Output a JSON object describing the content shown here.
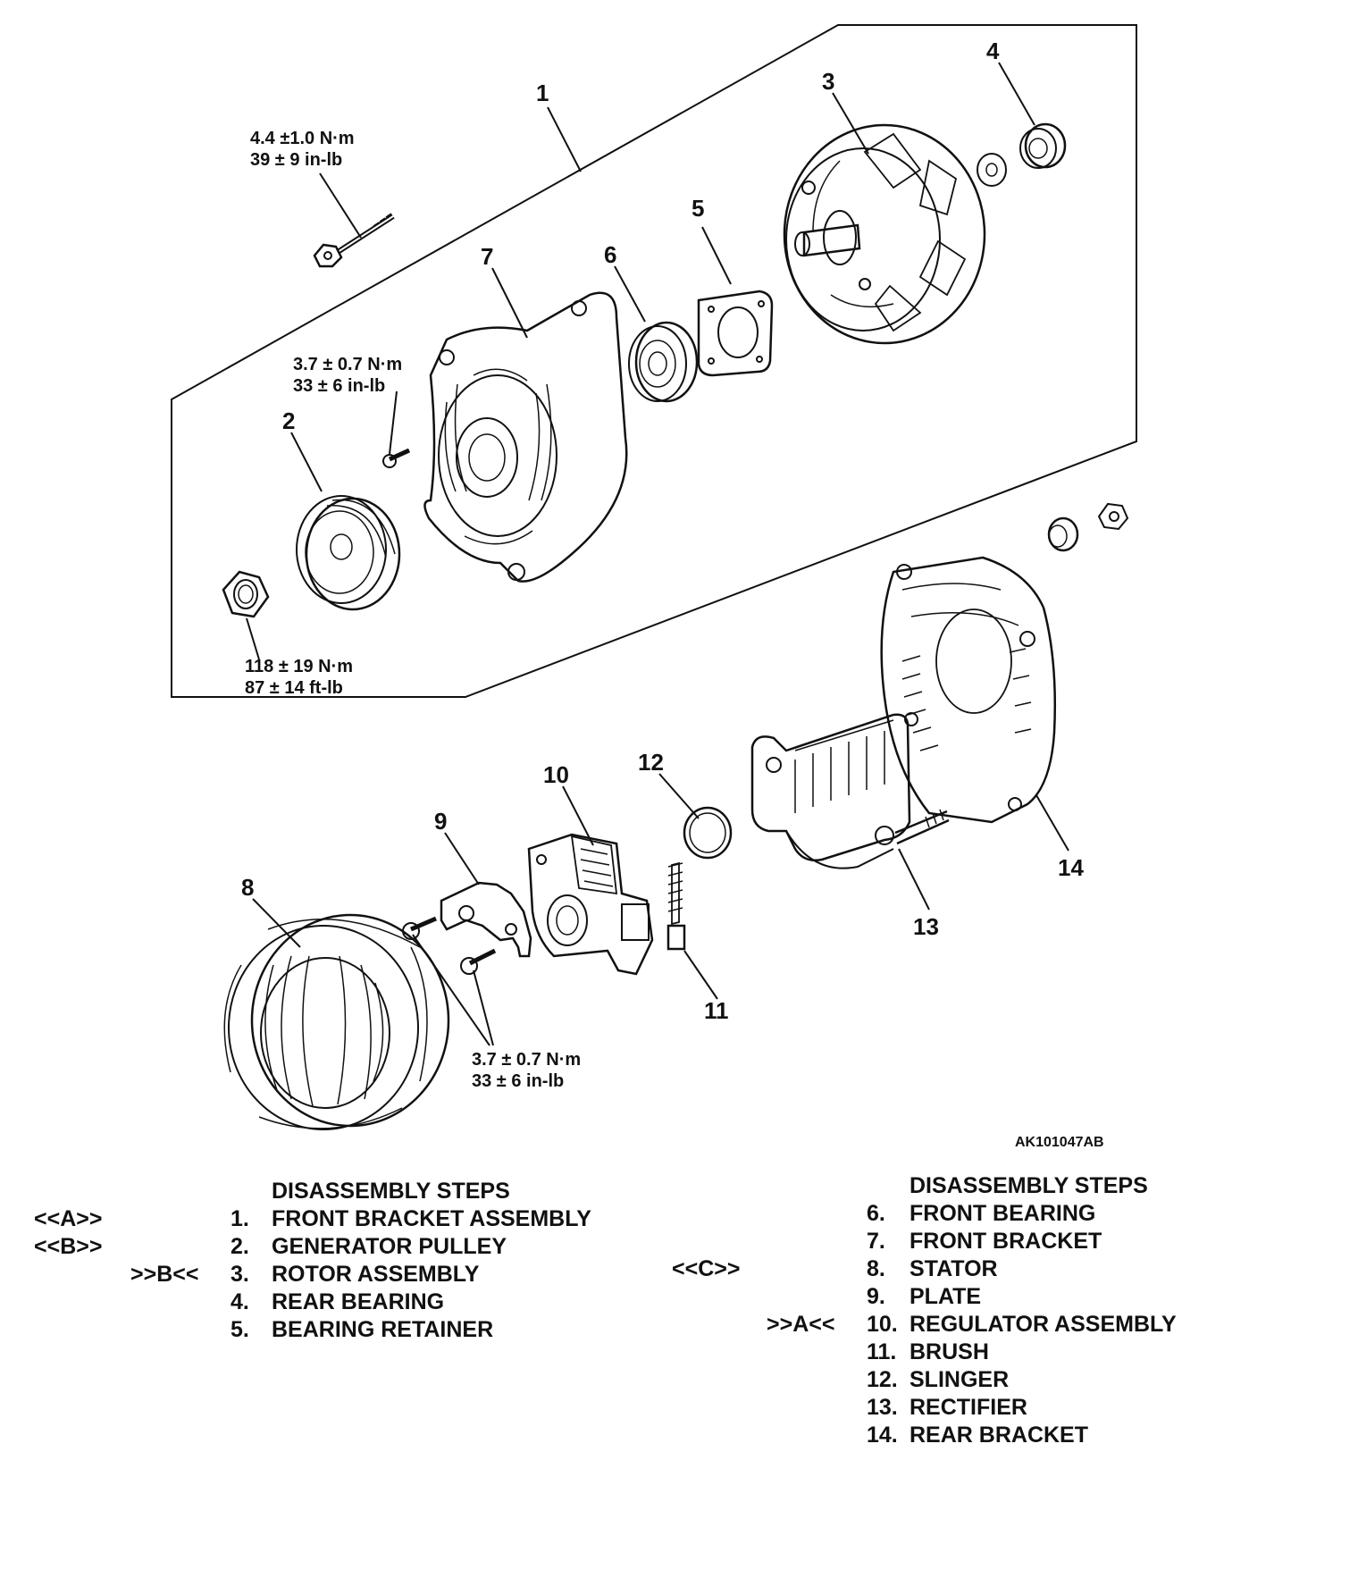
{
  "diagram": {
    "callouts": [
      "1",
      "2",
      "3",
      "4",
      "5",
      "6",
      "7",
      "8",
      "9",
      "10",
      "11",
      "12",
      "13",
      "14"
    ],
    "torques": {
      "bolt": [
        "4.4 ±1.0  N·m",
        "39 ± 9 in-lb"
      ],
      "screw": [
        "3.7 ± 0.7 N·m",
        "33 ± 6 in-lb"
      ],
      "nut": [
        "118 ± 19 N·m",
        "87 ± 14 ft-lb"
      ],
      "plate_screws": [
        "3.7 ± 0.7 N·m",
        "33 ± 6 in-lb"
      ]
    },
    "figure_id": "AK101047AB"
  },
  "steps_left": {
    "heading": "DISASSEMBLY STEPS",
    "items": [
      {
        "mark": "<<A>>",
        "num": "1.",
        "name": "FRONT BRACKET ASSEMBLY"
      },
      {
        "mark": "<<B>>",
        "num": "2.",
        "name": "GENERATOR PULLEY"
      },
      {
        "mark": ">>B<<",
        "num": "3.",
        "name": "ROTOR ASSEMBLY"
      },
      {
        "mark": "",
        "num": "4.",
        "name": "REAR BEARING"
      },
      {
        "mark": "",
        "num": "5.",
        "name": "BEARING RETAINER"
      }
    ]
  },
  "steps_right": {
    "heading": "DISASSEMBLY STEPS",
    "items": [
      {
        "mark": "",
        "num": "6.",
        "name": "FRONT BEARING"
      },
      {
        "mark": "",
        "num": "7.",
        "name": "FRONT BRACKET"
      },
      {
        "mark": "<<C>>",
        "num": "8.",
        "name": "STATOR"
      },
      {
        "mark": "",
        "num": "9.",
        "name": "PLATE"
      },
      {
        "mark": ">>A<<",
        "num": "10.",
        "name": "REGULATOR ASSEMBLY"
      },
      {
        "mark": "",
        "num": "11.",
        "name": "BRUSH"
      },
      {
        "mark": "",
        "num": "12.",
        "name": "SLINGER"
      },
      {
        "mark": "",
        "num": "13.",
        "name": "RECTIFIER"
      },
      {
        "mark": "",
        "num": "14.",
        "name": "REAR BRACKET"
      }
    ]
  }
}
